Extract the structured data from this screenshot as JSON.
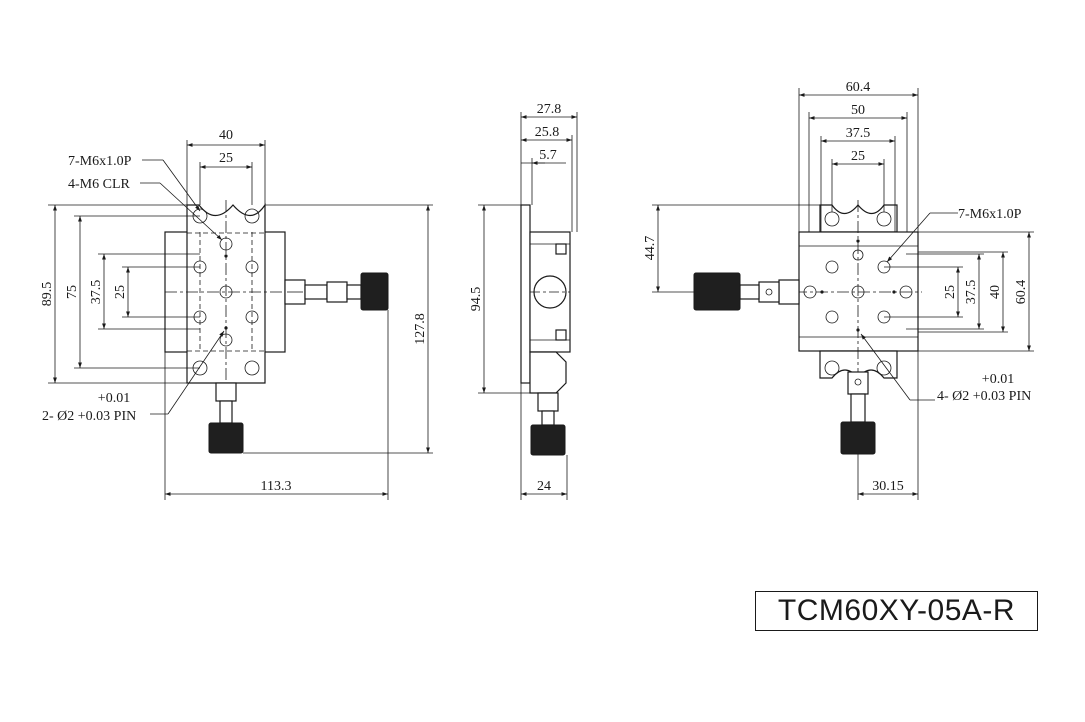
{
  "model_number": "TCM60XY-05A-R",
  "colors": {
    "ink": "#1a1a1a",
    "knob": "#1f1f1f",
    "paper": "#ffffff"
  },
  "views": {
    "front": {
      "dims": {
        "w40": "40",
        "w25": "25",
        "h89_5": "89.5",
        "h75": "75",
        "h37_5": "37.5",
        "h25": "25",
        "h127_8": "127.8",
        "w113_3": "113.3"
      },
      "callouts": {
        "tap": "7-M6x1.0P",
        "clr": "4-M6 CLR",
        "pin_tol": "+0.01",
        "pin": "2- Ø2 +0.03 PIN"
      }
    },
    "side": {
      "dims": {
        "w27_8": "27.8",
        "w25_8": "25.8",
        "w5_7": "5.7",
        "h94_5": "94.5",
        "w24": "24"
      }
    },
    "top": {
      "dims": {
        "w60_4": "60.4",
        "w50": "50",
        "w37_5": "37.5",
        "w25": "25",
        "h44_7": "44.7",
        "h25": "25",
        "h37_5": "37.5",
        "h40": "40",
        "h60_4": "60.4",
        "w30_15": "30.15"
      },
      "callouts": {
        "tap": "7-M6x1.0P",
        "pin_tol": "+0.01",
        "pin": "4- Ø2 +0.03 PIN"
      }
    }
  }
}
